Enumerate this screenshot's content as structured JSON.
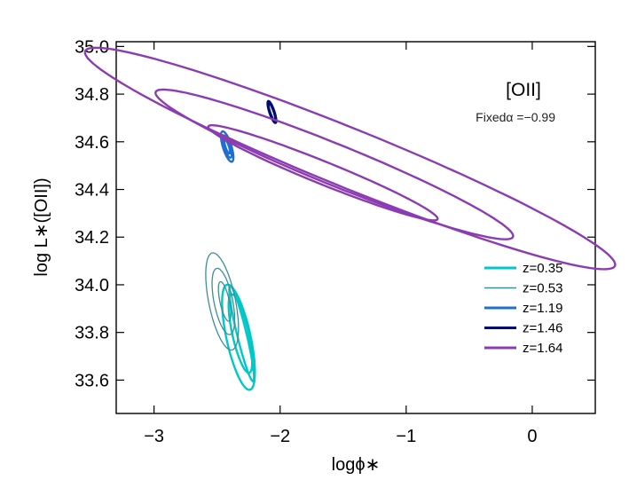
{
  "chart_data": {
    "type": "contour",
    "xlabel": "logϕ∗",
    "ylabel": "log L∗([OII])",
    "xlim": [
      -3.3,
      0.5
    ],
    "ylim": [
      33.46,
      35.02
    ],
    "xticks": [
      -3,
      -2,
      -1,
      0
    ],
    "xtick_labels": [
      "−3",
      "−2",
      "−1",
      "0"
    ],
    "yticks": [
      33.6,
      33.8,
      34.0,
      34.2,
      34.4,
      34.6,
      34.8,
      35.0
    ],
    "ytick_labels": [
      "33.6",
      "33.8",
      "34.0",
      "34.2",
      "34.4",
      "34.6",
      "34.8",
      "35.0"
    ],
    "annotations": {
      "title": "[OII]",
      "fixed_alpha": "Fixedα =−0.99"
    },
    "legend_position": "lower-right",
    "series": [
      {
        "name": "z=0.35",
        "color": "#00c8c8",
        "ellipses": [
          {
            "level": 1,
            "center": [
              -2.305,
              33.795
            ],
            "angle_deg": -65,
            "semi_major": 0.22,
            "semi_minor": 0.035
          },
          {
            "level": 2,
            "center": [
              -2.315,
              33.795
            ],
            "angle_deg": -65,
            "semi_major": 0.18,
            "semi_minor": 0.06
          },
          {
            "level": 3,
            "center": [
              -2.33,
              33.78
            ],
            "angle_deg": -65,
            "semi_major": 0.24,
            "semi_minor": 0.09
          }
        ]
      },
      {
        "name": "z=0.53",
        "color": "#3e8e95",
        "ellipses": [
          {
            "level": 1,
            "center": [
              -2.44,
              33.93
            ],
            "angle_deg": -65,
            "semi_major": 0.09,
            "semi_minor": 0.035
          },
          {
            "level": 2,
            "center": [
              -2.45,
              33.93
            ],
            "angle_deg": -65,
            "semi_major": 0.15,
            "semi_minor": 0.07
          },
          {
            "level": 3,
            "center": [
              -2.46,
              33.93
            ],
            "angle_deg": -65,
            "semi_major": 0.22,
            "semi_minor": 0.1
          }
        ]
      },
      {
        "name": "z=1.19",
        "color": "#1f6fd0",
        "ellipses": [
          {
            "level": 1,
            "center": [
              -2.42,
              34.58
            ],
            "angle_deg": -55,
            "semi_major": 0.035,
            "semi_minor": 0.012
          },
          {
            "level": 2,
            "center": [
              -2.42,
              34.58
            ],
            "angle_deg": -55,
            "semi_major": 0.055,
            "semi_minor": 0.022
          },
          {
            "level": 3,
            "center": [
              -2.42,
              34.58
            ],
            "angle_deg": -55,
            "semi_major": 0.075,
            "semi_minor": 0.03
          }
        ]
      },
      {
        "name": "z=1.46",
        "color": "#000b78",
        "ellipses": [
          {
            "level": 1,
            "center": [
              -2.065,
              34.725
            ],
            "angle_deg": -55,
            "semi_major": 0.045,
            "semi_minor": 0.012
          },
          {
            "level": 2,
            "center": [
              -2.065,
              34.725
            ],
            "angle_deg": -55,
            "semi_major": 0.055,
            "semi_minor": 0.018
          }
        ]
      },
      {
        "name": "z=1.64",
        "color": "#8c3cb2",
        "ellipses": [
          {
            "level": 1,
            "center": [
              -1.66,
              34.47
            ],
            "angle_deg": -12,
            "semi_major": 0.93,
            "semi_minor": 0.05
          },
          {
            "level": 2,
            "center": [
              -1.57,
              34.505
            ],
            "angle_deg": -12,
            "semi_major": 1.45,
            "semi_minor": 0.09
          },
          {
            "level": 3,
            "center": [
              -1.445,
              34.53
            ],
            "angle_deg": -12,
            "semi_major": 2.15,
            "semi_minor": 0.13
          }
        ]
      }
    ]
  }
}
